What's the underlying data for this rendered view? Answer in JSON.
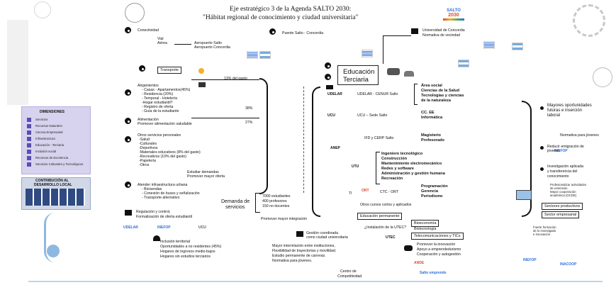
{
  "title": {
    "line1": "Eje estratégico 3 de la Agenda SALTO 2030:",
    "line2": "\"Hábitat regional de conocimiento y ciudad universitaria\""
  },
  "brand": {
    "l1": "SALTO",
    "l2": "2030"
  },
  "center": {
    "line1": "Educación",
    "line2": "Terciaria"
  },
  "conectividad": {
    "title": "Conectividad",
    "items": [
      "Vial",
      "Aérea"
    ],
    "airports": [
      "Aeropuerto Salto",
      "Aeropuerto Concordia"
    ]
  },
  "puente": "Puente Salto - Concordia",
  "uni_concordia": [
    "Universidad de Concordia",
    "Normativa de vecindad"
  ],
  "transporte": {
    "label": "Transporte",
    "pct": "13% del gasto"
  },
  "alojamiento": {
    "title": "Alojamientos",
    "items": [
      "- Casas - Apartamentos(45%)",
      "- Residencia (20%)",
      "- Temporal - Hotelería",
      "-Hogar estudiantil?",
      "- Registro de oferta",
      "- Guía de la estudiante"
    ],
    "pct": "38%"
  },
  "alimentacion": {
    "items": [
      "Alimentación",
      "Promover alimentación saludable"
    ],
    "pct": "27%"
  },
  "otros": {
    "title": "Otros servicios personales",
    "items": [
      "-Salud",
      "-Culturales",
      "-Deportivos",
      "-Materiales educativos (8% del gasto)",
      "-Recreativos (10% del gasto)",
      "-Papelería",
      "-Otros"
    ]
  },
  "demanda_note": [
    "Estudiar demandas",
    "Promover mayor oferta"
  ],
  "infra": {
    "items": [
      "Atender infraestructura urbana",
      "- Bicisendas",
      "- Conexión de buses y señalización",
      "- Transporte alternativo"
    ]
  },
  "demanda": {
    "label1": "Demanda de",
    "label2": "servicios",
    "stats": [
      "7000 estudiantes",
      "400 profesores",
      "150 no docentes"
    ],
    "promover": "Promover mayor integración"
  },
  "regulacion": [
    "Regulación y control,",
    "Formalización de oferta estudiantil"
  ],
  "inclusion": [
    "Inclusión territorial",
    "Oportunidades a no residentes (45%)",
    "Hogares de ingresos medio-bajos",
    "Hogares sin estudios terciarios"
  ],
  "gestion": {
    "title": [
      "Gestión coordinada",
      "como ciudad universitaria"
    ],
    "items": [
      "Mayor interrelación entre instituciones,",
      "Flexibilidad de trayectorias y movilidad.",
      "Estudio permanente de carreras.",
      "Normativa para jóvenes."
    ]
  },
  "centro": [
    "Centro de",
    "Competitividad"
  ],
  "instituciones": [
    {
      "name": "UDELAR - CENUR Salto",
      "areas": [
        "Área social",
        "Ciencias de la Salud",
        "Tecnologías y ciencias",
        "de la naturaleza"
      ]
    },
    {
      "name": "UCU – Sede Salto",
      "areas": [
        "CC. EE",
        "Informática"
      ]
    },
    {
      "name": "IFD y CERP Salto",
      "areas": [
        "Magisterio",
        "Profesorado"
      ]
    },
    {
      "name": "UTU",
      "areas": [
        "Ingeniero tecnológico",
        "Construcción",
        "Mantenimiento electromecánico",
        "Redes y software",
        "Administración y gestión humana",
        "Recreación"
      ]
    },
    {
      "name": "CTC - ORT",
      "areas": [
        "Programación",
        "Gerencia",
        "Periodismo"
      ]
    }
  ],
  "cursos": "Otros cursos cortos y aplicados",
  "educacion_permanente": "Educación permanente",
  "utec": "¿Instalación de la UTEC?",
  "utec_areas": [
    "Bioeconomía",
    "Biotecnología",
    "Telecomunicaciones y TICs"
  ],
  "innovacion": [
    "Promover la innovación",
    "Apoyo a emprendedurismo",
    "Cooperación y autogestión"
  ],
  "derecha": {
    "oportunidades": [
      "Mayores oportunidades",
      "futuras e inserción",
      "laboral"
    ],
    "normativa": "Normativa para jóvenes",
    "emigracion": [
      "Reducir emigración de",
      "jóvenes"
    ],
    "investigacion": [
      "Investigación aplicada",
      "y transferencia del",
      "conocimiento"
    ],
    "profesionalizar": [
      "Profesionalizar actividades",
      "de extensión.",
      "Mayor cooperación",
      "académica (OCDE)"
    ],
    "sectores": "Sectores productivos",
    "empresarial": "Sector empresarial",
    "fuerte": [
      "Fuerte formación",
      "de lo investigado",
      "e innovación"
    ]
  },
  "dimensiones": {
    "title": "DIMENSIONES",
    "items": [
      "Servicios",
      "Recursos Naturales",
      "Ciencia Empresarial",
      "Infraestructura",
      "Educación - Terciaria",
      "Inclusión social",
      "Recursos de Excelencia",
      "Servicios Culturales y Tecnológicos"
    ]
  },
  "contribucion": {
    "title": [
      "CONTRIBUCIÓN AL",
      "DESARROLLO LOCAL"
    ]
  },
  "logos": {
    "udelar": "UDELAR",
    "ucu": "UCU",
    "anep": "ANEP",
    "utu": "UTU",
    "ort": "ORT",
    "utec": "UTEC",
    "inefop": "INEFOP",
    "ande": "ANDE",
    "inacoop": "INACOOP",
    "empretec": "Salto emprende"
  },
  "tic_label": "TI"
}
